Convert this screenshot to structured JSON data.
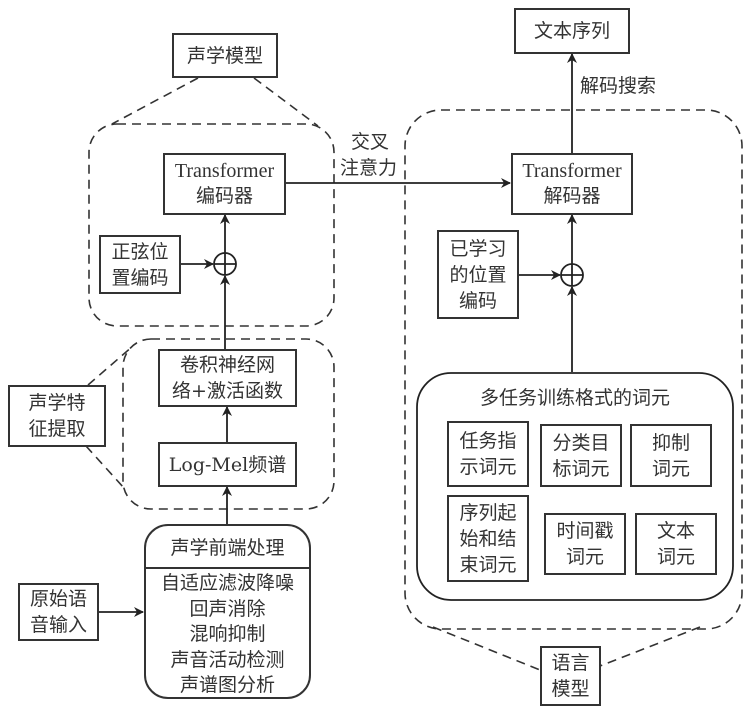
{
  "acoustic_model": {
    "title": "声学模型",
    "encoder": {
      "line1": "Transformer",
      "line2": "编码器"
    },
    "positional_encoding": {
      "line1": "正弦位",
      "line2": "置编码"
    }
  },
  "cross_attention": {
    "line1": "交叉",
    "line2": "注意力"
  },
  "feature_extraction": {
    "title": {
      "line1": "声学特",
      "line2": "征提取"
    },
    "cnn": {
      "line1": "卷积神经网",
      "line2": "络+激活函数"
    },
    "logmel": "Log-Mel频谱"
  },
  "frontend": {
    "title": "声学前端处理",
    "items": [
      "自适应滤波降噪",
      "回声消除",
      "混响抑制",
      "声音活动检测",
      "声谱图分析"
    ]
  },
  "raw_input": {
    "line1": "原始语",
    "line2": "音输入"
  },
  "output": {
    "text_sequence": "文本序列",
    "decode_search": "解码搜索"
  },
  "language_model": {
    "title": {
      "line1": "语言",
      "line2": "模型"
    },
    "decoder": {
      "line1": "Transformer",
      "line2": "解码器"
    },
    "learned_positional_encoding": {
      "line1": "已学习",
      "line2": "的位置",
      "line3": "编码"
    },
    "multitask_tokens": {
      "title": "多任务训练格式的词元",
      "tokens": [
        {
          "line1": "任务指",
          "line2": "示词元"
        },
        {
          "line1": "分类目",
          "line2": "标词元"
        },
        {
          "line1": "抑制",
          "line2": "词元"
        },
        {
          "line1": "序列起",
          "line2": "始和结",
          "line3": "束词元"
        },
        {
          "line1": "时间戳",
          "line2": "词元"
        },
        {
          "line1": "文本",
          "line2": "词元"
        }
      ]
    }
  }
}
